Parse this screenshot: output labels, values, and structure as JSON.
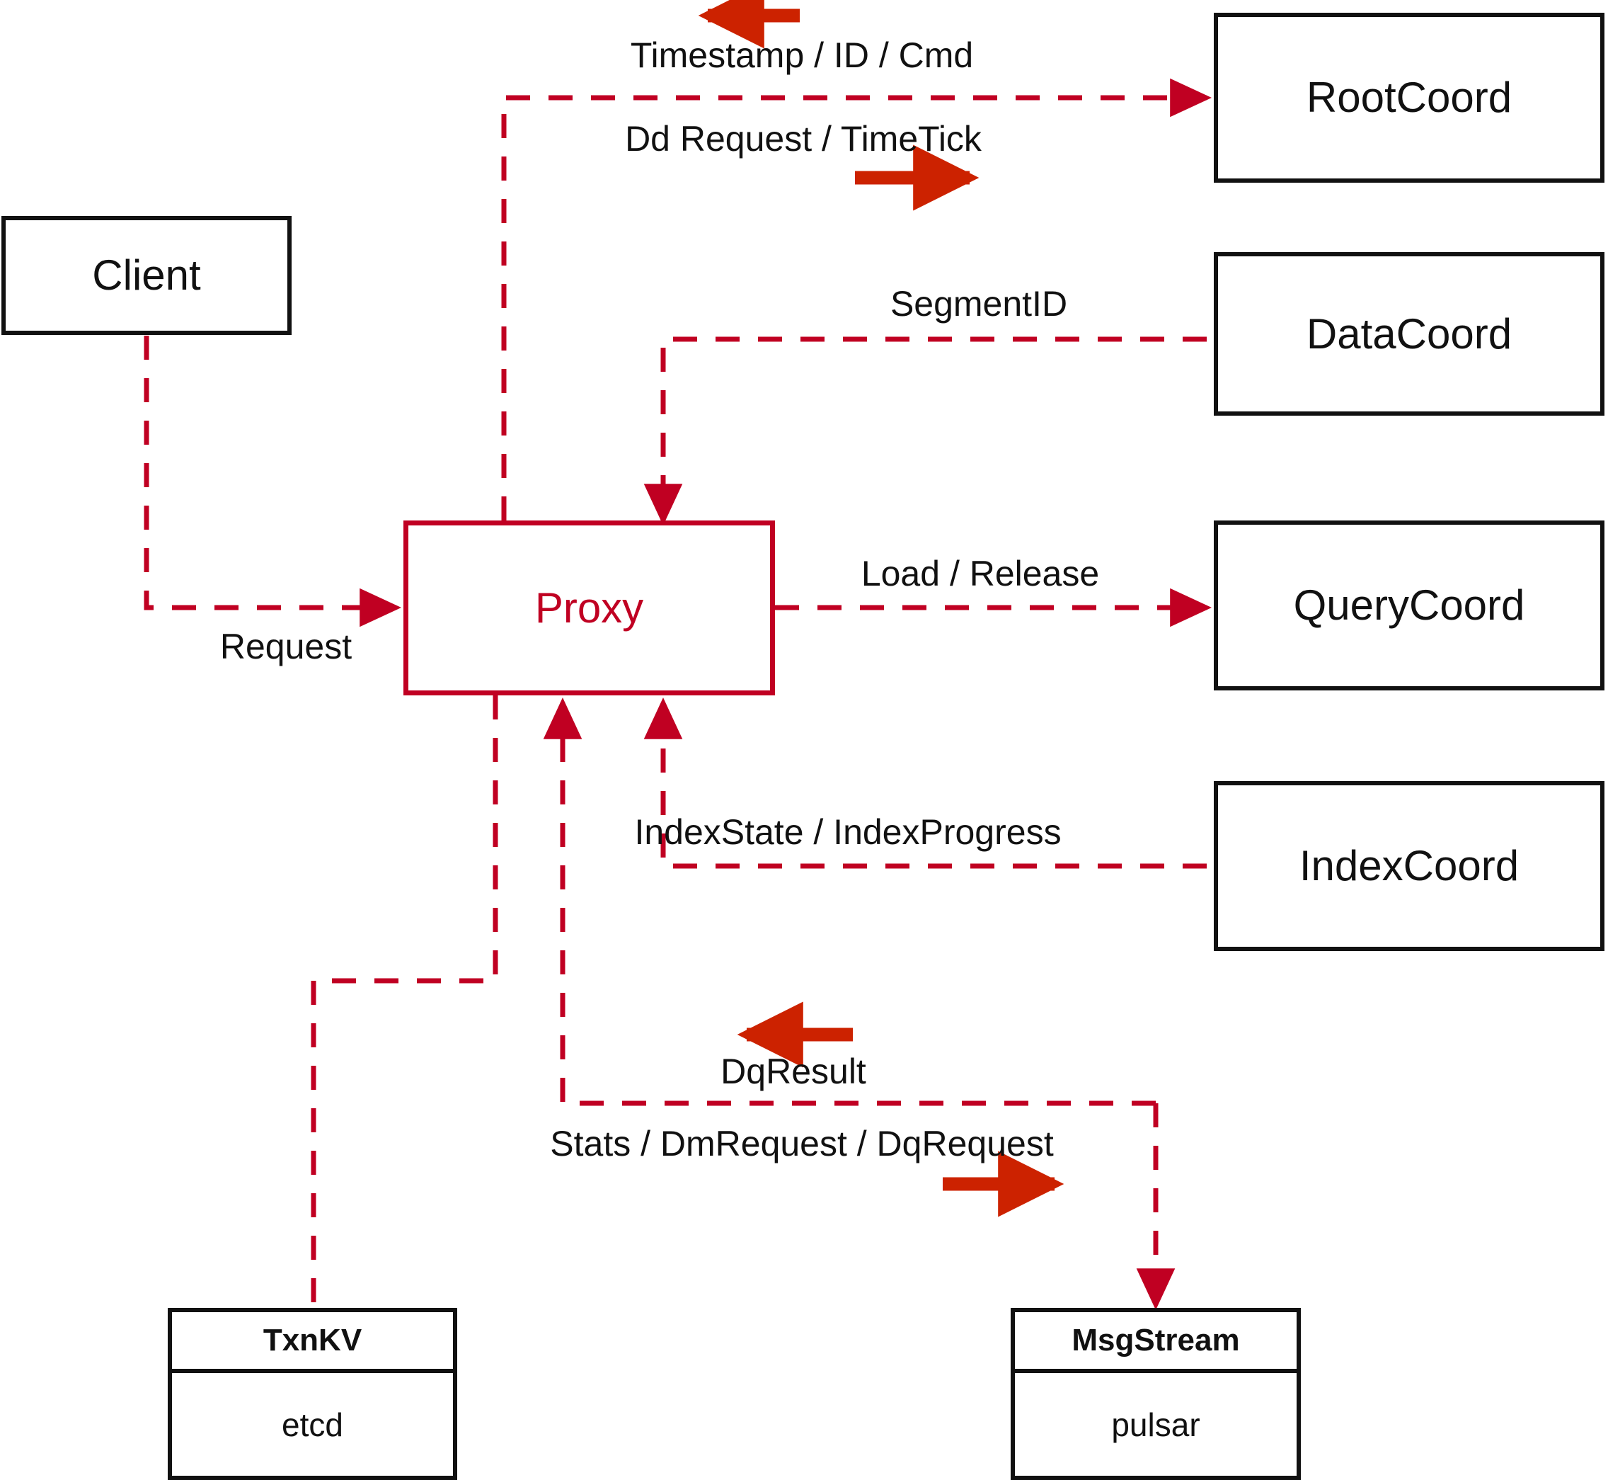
{
  "diagram": {
    "title": "Milvus Proxy interaction diagram",
    "colors": {
      "node_stroke": "#111111",
      "proxy_stroke": "#c00022",
      "proxy_text": "#c00022",
      "dashed_edge": "#c00022",
      "bold_arrow": "#cc2200",
      "background": "#ffffff"
    }
  },
  "nodes": [
    {
      "id": "client",
      "label": "Client",
      "style": "black"
    },
    {
      "id": "proxy",
      "label": "Proxy",
      "style": "red"
    },
    {
      "id": "rootcoord",
      "label": "RootCoord",
      "style": "black"
    },
    {
      "id": "datacoord",
      "label": "DataCoord",
      "style": "black"
    },
    {
      "id": "querycoord",
      "label": "QueryCoord",
      "style": "black"
    },
    {
      "id": "indexcoord",
      "label": "IndexCoord",
      "style": "black"
    }
  ],
  "stack_nodes": [
    {
      "id": "txnkv",
      "header": "TxnKV",
      "body": "etcd"
    },
    {
      "id": "msgstream",
      "header": "MsgStream",
      "body": "pulsar"
    }
  ],
  "edge_labels": [
    {
      "id": "timestamp-id-cmd",
      "text": "Timestamp / ID / Cmd"
    },
    {
      "id": "dd-request-timetick",
      "text": "Dd Request / TimeTick"
    },
    {
      "id": "segmentid",
      "text": "SegmentID"
    },
    {
      "id": "load-release",
      "text": "Load / Release"
    },
    {
      "id": "indexstate-indexprogress",
      "text": "IndexState / IndexProgress"
    },
    {
      "id": "request",
      "text": "Request"
    },
    {
      "id": "dqresult",
      "text": "DqResult"
    },
    {
      "id": "stats-dmrequest-dqrequest",
      "text": "Stats / DmRequest / DqRequest"
    }
  ],
  "bold_arrows": [
    {
      "id": "timestamp-direction-arrow",
      "direction": "left"
    },
    {
      "id": "dd-request-direction-arrow",
      "direction": "right"
    },
    {
      "id": "dqresult-direction-arrow",
      "direction": "left"
    },
    {
      "id": "dqrequest-direction-arrow",
      "direction": "right"
    }
  ]
}
